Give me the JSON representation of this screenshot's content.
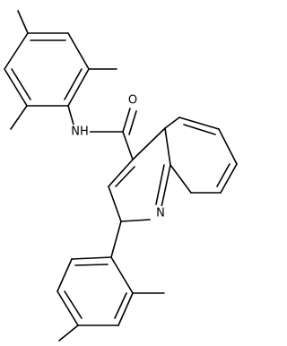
{
  "atom_labels": {
    "carbonyl_oxygen": "O",
    "amide_nh": "NH",
    "quinoline_nitrogen": "N"
  }
}
